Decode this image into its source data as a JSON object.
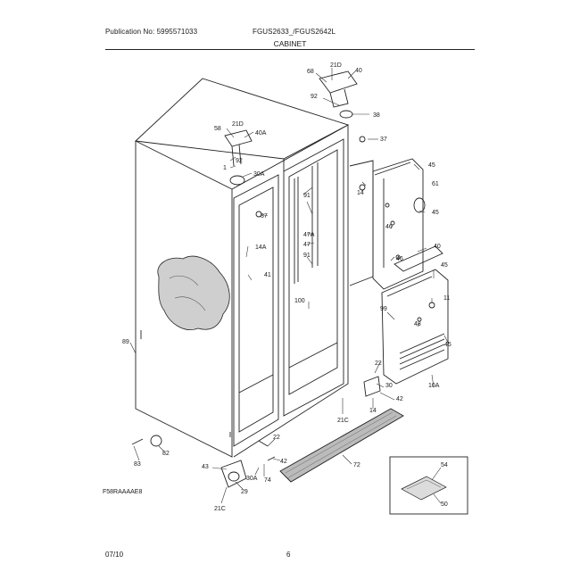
{
  "header": {
    "publication": "Publication No: 5995571033",
    "models": "FGUS2633_/FGUS2642L",
    "title": "CABINET"
  },
  "diagram": {
    "part_labels": [
      "21D",
      "68",
      "40",
      "92",
      "38",
      "58",
      "21D",
      "40A",
      "37",
      "92",
      "1",
      "30A",
      "45",
      "14",
      "91",
      "61",
      "37",
      "45",
      "46",
      "14A",
      "47A",
      "47",
      "40",
      "91",
      "46",
      "45",
      "41",
      "11",
      "100",
      "99",
      "48",
      "45",
      "89",
      "22",
      "10A",
      "30",
      "42",
      "14",
      "21C",
      "22",
      "82",
      "83",
      "72",
      "42",
      "43",
      "30A",
      "74",
      "29",
      "21C",
      "54",
      "50"
    ],
    "figure_code": "F58RAAAAE8"
  },
  "footer": {
    "date": "07/10",
    "page": "6"
  }
}
